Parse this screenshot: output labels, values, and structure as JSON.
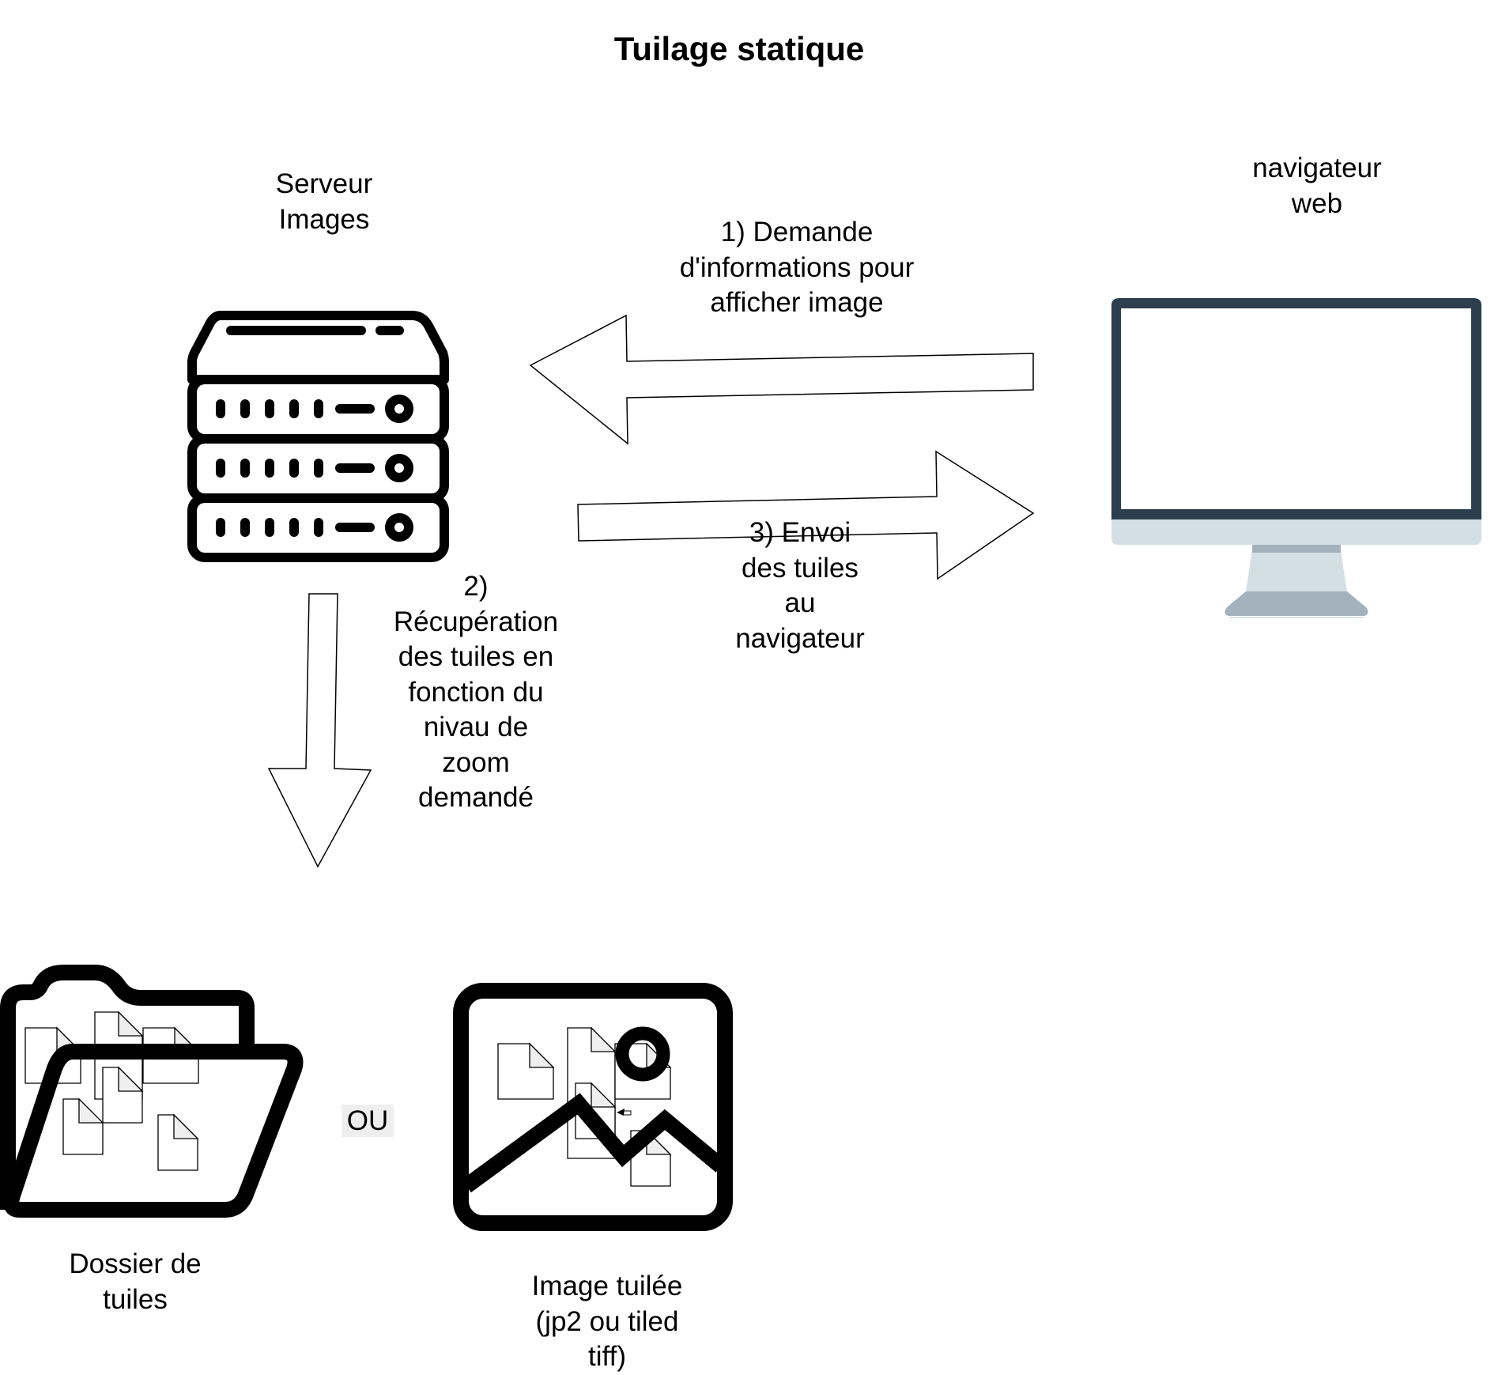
{
  "title": "Tuilage statique",
  "nodes": {
    "server": {
      "label_lines": [
        "Serveur",
        "Images"
      ],
      "icon": "server-icon"
    },
    "browser": {
      "label_lines": [
        "navigateur",
        "web"
      ],
      "icon": "monitor-icon"
    },
    "tile_folder": {
      "label_lines": [
        "Dossier de",
        "tuiles"
      ],
      "icon": "folder-icon"
    },
    "tiled_image": {
      "label_lines": [
        "Image tuilée",
        "(jp2 ou tiled",
        "tiff)"
      ],
      "icon": "image-icon"
    }
  },
  "separator": {
    "label": "OU"
  },
  "steps": [
    {
      "id": "step1",
      "from": "browser",
      "to": "server",
      "label_lines": [
        "1) Demande",
        "d'informations pour",
        "afficher image"
      ]
    },
    {
      "id": "step2",
      "from": "server",
      "to": "storage",
      "label_lines": [
        "2)",
        "Récupération",
        "des tuiles en",
        "fonction du",
        "nivau de",
        "zoom",
        "demandé"
      ]
    },
    {
      "id": "step3",
      "from": "server",
      "to": "browser",
      "label_lines": [
        "3) Envoi",
        "des tuiles",
        "au",
        "navigateur"
      ]
    }
  ],
  "colors": {
    "monitor_frame": "#2d3e4e",
    "monitor_chin": "#d4dfe5",
    "monitor_stand_dark": "#a3b2bc",
    "ou_background": "#eeeeee",
    "doc_corner": "#efefef"
  }
}
